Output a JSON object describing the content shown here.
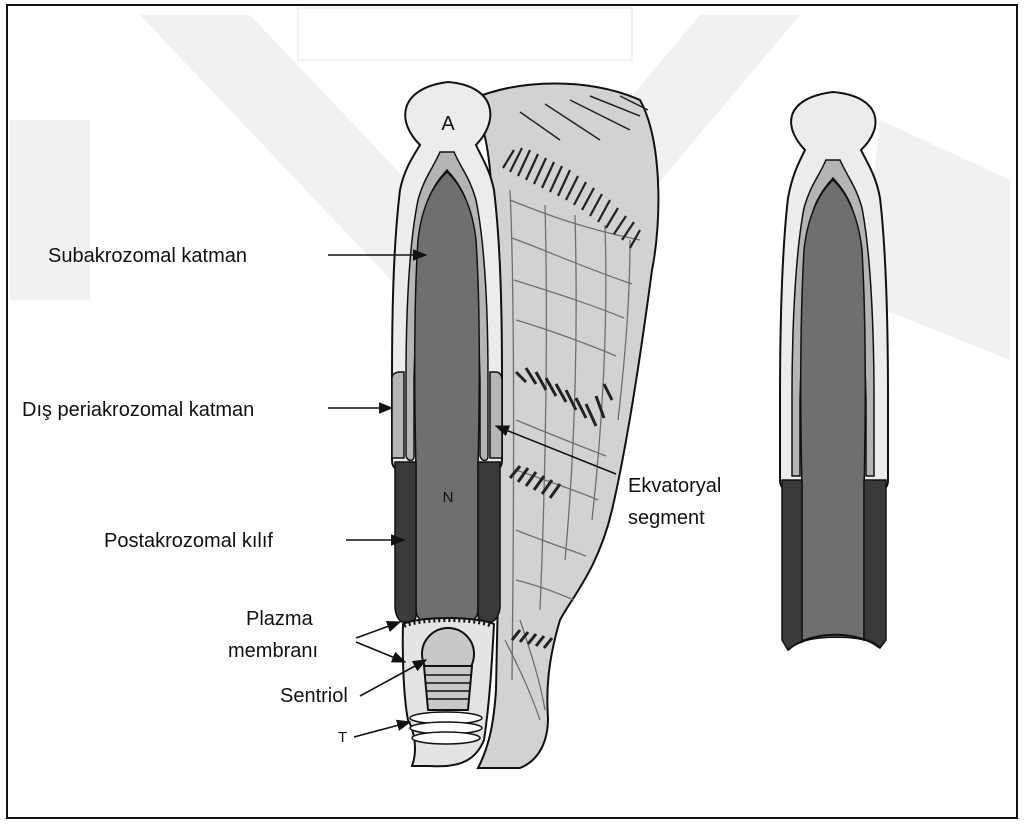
{
  "labels": {
    "acrosome_letter": "A",
    "nucleus_letter": "N",
    "tail_letter": "T",
    "subacrosomal_layer": "Subakrozomal katman",
    "outer_periacrosomal_layer": "Dış periakrozomal katman",
    "postacrosomal_sheath": "Postakrozomal kılıf",
    "plasma_membrane_line1": "Plazma",
    "plasma_membrane_line2": "membranı",
    "centriole": "Sentriol",
    "equatorial_segment_line1": "Ekvatoryal",
    "equatorial_segment_line2": "segment"
  },
  "colors": {
    "outline": "#111111",
    "acrosome_fill": "#ececec",
    "periacrosomal_fill": "#b5b5b5",
    "nucleus_fill": "#6f6f6f",
    "postacrosomal_fill": "#3a3a3a",
    "membrane_fill": "#cfcfcf",
    "watermark": "#f0f0f0"
  }
}
